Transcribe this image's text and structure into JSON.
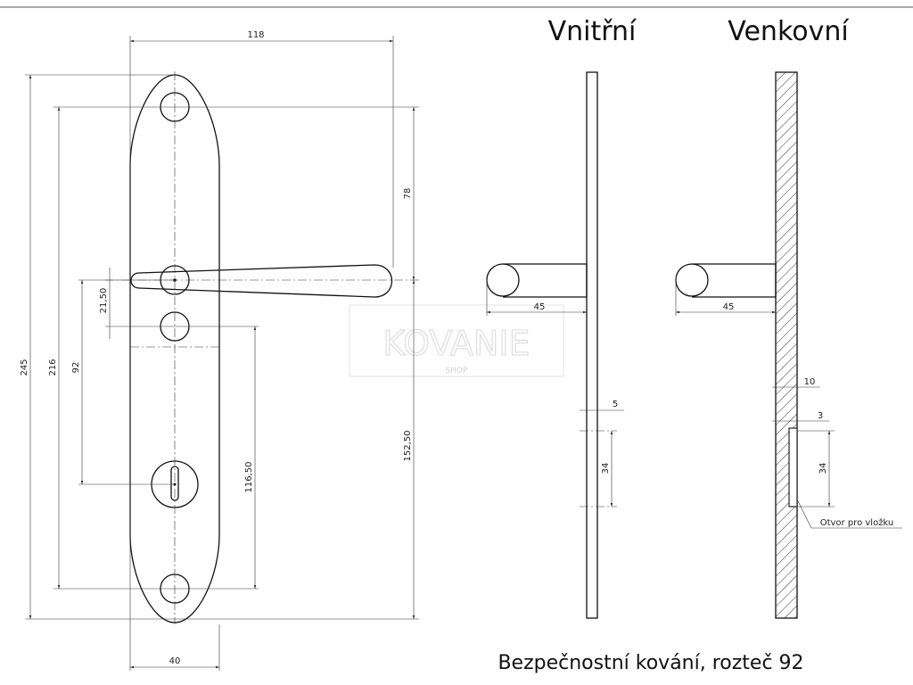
{
  "views": {
    "inner_title": "Vnitřní",
    "outer_title": "Venkovní"
  },
  "caption": "Bezpečnostní kování, rozteč 92",
  "watermark": {
    "brand": "KOVANIE",
    "sub": "SHOP"
  },
  "note": "Otvor pro vložku",
  "dimensions": {
    "plate_total_width": "118",
    "handle_to_top_screw": "78",
    "plate_height": "245",
    "screw_spacing": "216",
    "spacing_92": "92",
    "handle_to_screw": "21,50",
    "screw_to_bottom": "116,50",
    "handle_to_bottom_screw": "152,50",
    "plate_width": "40",
    "inner_projection": "45",
    "inner_thickness": "5",
    "inner_slot": "34",
    "outer_projection": "45",
    "outer_thickness": "10",
    "outer_recess": "3",
    "outer_slot": "34"
  },
  "colors": {
    "line": "#111111",
    "hatch": "#333333",
    "watermark": "#d8d8d8"
  }
}
